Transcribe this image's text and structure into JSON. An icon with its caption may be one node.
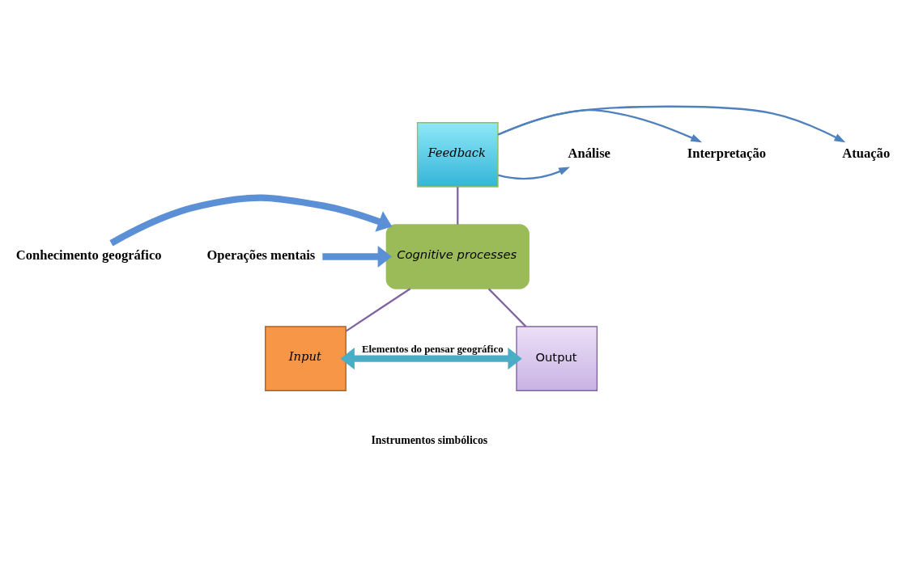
{
  "diagram": {
    "nodes": [
      {
        "text": [
          "Feedback"
        ]
      },
      {
        "text": [
          "Análise"
        ]
      },
      {
        "text": [
          "Interpretação"
        ]
      },
      {
        "text": [
          "Atuação"
        ]
      },
      {
        "text": [
          "Cognitive processes"
        ]
      },
      {
        "text": [
          "Conhecimento geográfico"
        ]
      },
      {
        "text": [
          "Operações mentais"
        ]
      },
      {
        "text": [
          "Input"
        ]
      },
      {
        "text": [
          "Output"
        ]
      }
    ],
    "edges": [
      {
        "from": 0,
        "to": 1,
        "arrow": "to"
      },
      {
        "from": 0,
        "to": 2,
        "arrow": "to"
      },
      {
        "from": 0,
        "to": 3,
        "arrow": "to"
      },
      {
        "from": 0,
        "to": 4,
        "arrow": "none",
        "color": "#8064a2"
      },
      {
        "from": 5,
        "to": 4,
        "arrow": "to",
        "style": "thick",
        "color": "#5b8fd6"
      },
      {
        "from": 6,
        "to": 4,
        "arrow": "to",
        "style": "thick",
        "color": "#5b8fd6"
      },
      {
        "from": 4,
        "to": 7,
        "arrow": "none",
        "color": "#8064a2"
      },
      {
        "from": 4,
        "to": 8,
        "arrow": "none",
        "color": "#8064a2"
      },
      {
        "from": 7,
        "to": 8,
        "label": "Elementos do pensar geográfico",
        "arrow": "both",
        "style": "thick",
        "color": "#4bacc6"
      }
    ],
    "labels": [
      "Instrumentos simbólicos"
    ]
  }
}
